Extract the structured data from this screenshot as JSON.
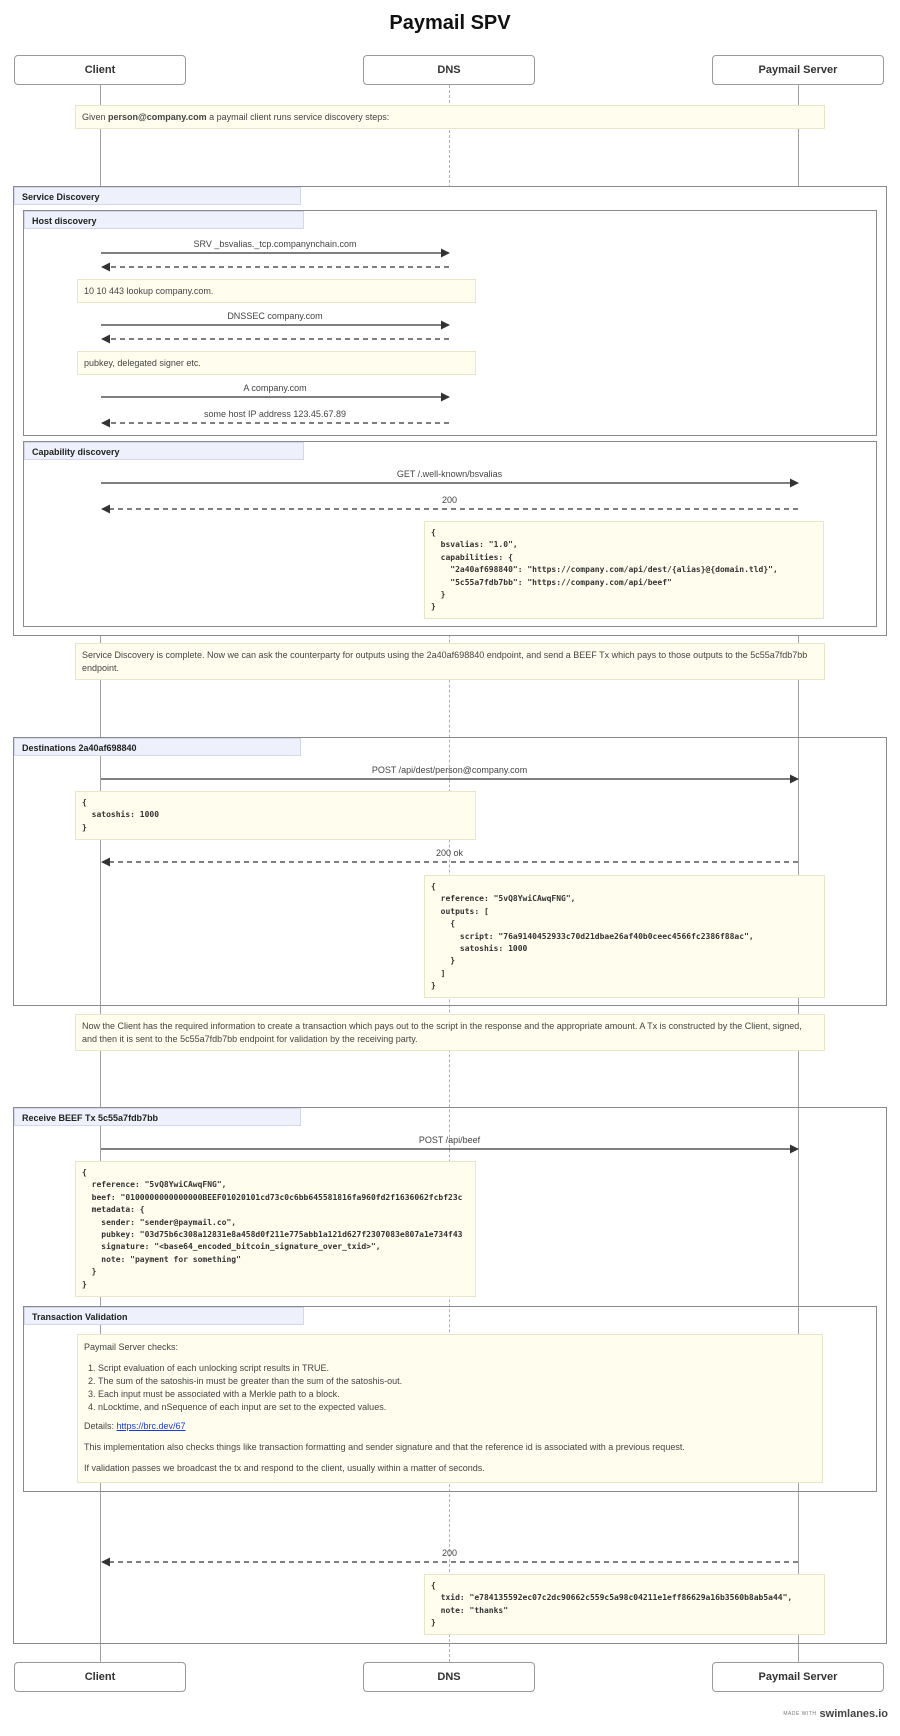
{
  "title": "Paymail SPV",
  "actors": [
    "Client",
    "DNS",
    "Paymail Server"
  ],
  "notes": {
    "intro_prefix": "Given ",
    "intro_email": "person@company.com",
    "intro_suffix": " a paymail client runs service discovery steps:",
    "lookup": "10 10 443 lookup company.com.",
    "pubkey": "pubkey, delegated signer etc.",
    "capabilities_json": "{\n  bsvalias: \"1.0\",\n  capabilities: {\n    \"2a40af698840\": \"https://company.com/api/dest/{alias}@{domain.tld}\",\n    \"5c55a7fdb7bb\": \"https://company.com/api/beef\"\n  }\n}",
    "discovery_complete": "Service Discovery is complete. Now we can ask the counterparty for outputs using the 2a40af698840 endpoint, and send a BEEF Tx which pays to those outputs to the 5c55a7fdb7bb endpoint.",
    "satoshis_json": "{\n  satoshis: 1000\n}",
    "outputs_json": "{\n  reference: \"5vQ8YwiCAwqFNG\",\n  outputs: [\n    {\n      script: \"76a9140452933c70d21dbae26af40b0ceec4566fc2386f88ac\",\n      satoshis: 1000\n    }\n  ]\n}",
    "client_has_info": "Now the Client has the required information to create a transaction which pays out to the script in the response and the appropriate amount. A Tx is constructed by the Client, signed, and then it is sent to the 5c55a7fdb7bb endpoint for validation by the receiving party.",
    "beef_json": "{\n  reference: \"5vQ8YwiCAwqFNG\",\n  beef: \"0100000000000000BEEF01020101cd73c0c6bb645581816fa960fd2f1636062fcbf23c\n  metadata: {\n    sender: \"sender@paymail.co\",\n    pubkey: \"03d75b6c308a12831e8a458d0f211e775abb1a121d627f2307083e807a1e734f43\n    signature: \"<base64_encoded_bitcoin_signature_over_txid>\",\n    note: \"payment for something\"\n  }\n}",
    "checks_title": "Paymail Server checks:",
    "checks": [
      "Script evaluation of each unlocking script results in TRUE.",
      "The sum of the satoshis-in must be greater than the sum of the satoshis-out.",
      "Each input must be associated with a Merkle path to a block.",
      "nLocktime, and nSequence of each input are set to the expected values."
    ],
    "details_label": "Details: ",
    "details_link": "https://brc.dev/67",
    "impl_checks": "This implementation also checks things like transaction formatting and sender signature and that the reference id is associated with a previous request.",
    "broadcast": "If validation passes we broadcast the tx and respond to the client, usually within a matter of seconds.",
    "txid_json": "{\n  txid: \"e784135592ec07c2dc90662c559c5a98c04211e1eff86629a16b3560b8ab5a44\",\n  note: \"thanks\"\n}"
  },
  "groups": {
    "service_discovery": "Service Discovery",
    "host_discovery": "Host discovery",
    "capability_discovery": "Capability discovery",
    "destinations": "Destinations 2a40af698840",
    "receive_beef": "Receive BEEF Tx 5c55a7fdb7bb",
    "transaction_validation": "Transaction Validation"
  },
  "messages": {
    "srv": "SRV _bsvalias._tcp.companynchain.com",
    "dnssec": "DNSSEC company.com",
    "a_record": "A company.com",
    "host_ip": "some host IP address 123.45.67.89",
    "get_wellknown": "GET /.well-known/bsvalias",
    "resp_200": "200",
    "post_dest": "POST /api/dest/person@company.com",
    "resp_200ok": "200 ok",
    "post_beef": "POST /api/beef",
    "resp_200_final": "200"
  },
  "credit": {
    "made_with": "MADE WITH",
    "brand": "swimlanes.io"
  },
  "colors": {
    "note_bg": "#fefdee",
    "group_label_bg": "#eef1fb",
    "line": "#333333"
  }
}
